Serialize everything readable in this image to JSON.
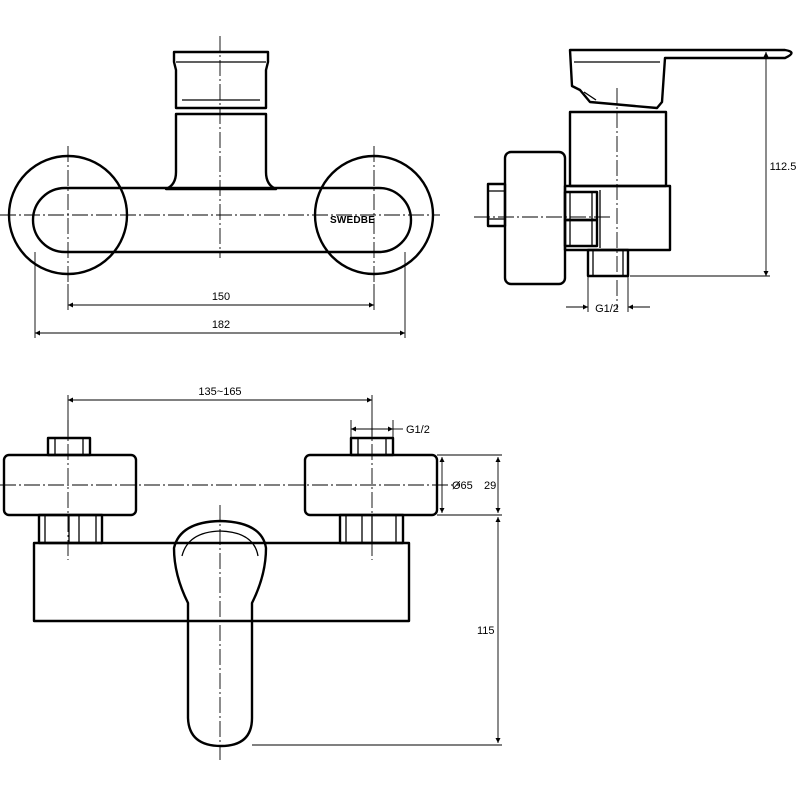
{
  "brand": "SWEDBE",
  "dimensions": {
    "front_inner_width": "150",
    "front_outer_width": "182",
    "side_height": "112.5",
    "side_thread": "G1/2",
    "top_centres": "135~165",
    "top_thread": "G1/2",
    "top_diameter": "Ø65",
    "top_depth": "29",
    "top_height": "115"
  }
}
